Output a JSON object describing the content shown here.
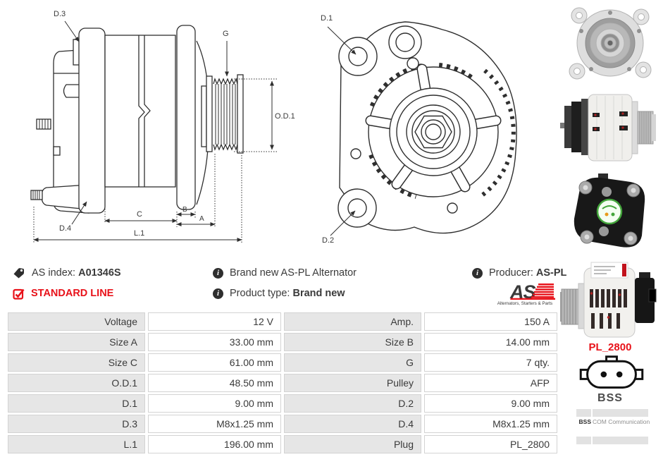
{
  "info": {
    "as_index_label": "AS index:",
    "as_index": "A01346S",
    "standard_line": "STANDARD LINE",
    "brand_desc": "Brand new AS-PL Alternator",
    "product_type_label": "Product type:",
    "product_type": "Brand new",
    "producer_label": "Producer:",
    "producer": "AS-PL"
  },
  "logo": {
    "as": "AS",
    "caption": "Alternators, Starters & Parts"
  },
  "diagram": {
    "d1": "D.1",
    "d2": "D.2",
    "d3": "D.3",
    "d4": "D.4",
    "g": "G",
    "od1": "O.D.1",
    "a": "A",
    "b": "B",
    "c": "C",
    "l1": "L.1"
  },
  "plug": {
    "name": "PL_2800",
    "type": "BSS",
    "com_key": "BSS",
    "com_value": "COM Communication"
  },
  "spec_table": {
    "rows": [
      [
        "Voltage",
        "12 V",
        "Amp.",
        "150 A"
      ],
      [
        "Size A",
        "33.00 mm",
        "Size B",
        "14.00 mm"
      ],
      [
        "Size C",
        "61.00 mm",
        "G",
        "7 qty."
      ],
      [
        "O.D.1",
        "48.50 mm",
        "Pulley",
        "AFP"
      ],
      [
        "D.1",
        "9.00 mm",
        "D.2",
        "9.00 mm"
      ],
      [
        "D.3",
        "M8x1.25 mm",
        "D.4",
        "M8x1.25 mm"
      ],
      [
        "L.1",
        "196.00 mm",
        "Plug",
        "PL_2800"
      ]
    ]
  },
  "colors": {
    "accent_red": "#e8121a",
    "table_label_bg": "#e6e6e6",
    "table_border": "#d3d3d3",
    "text": "#3a3a3a",
    "line_art": "#2f2f2f"
  }
}
